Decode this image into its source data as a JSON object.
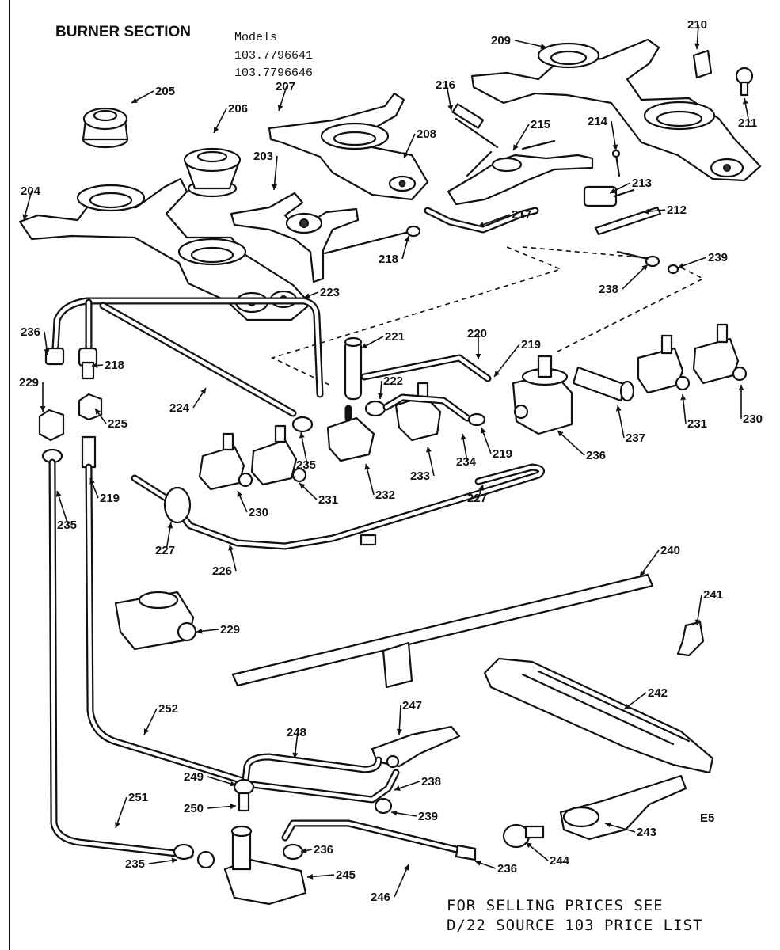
{
  "header": {
    "title": "BURNER SECTION",
    "models_label": "Models",
    "models": [
      "103.7796641",
      "103.7796646"
    ]
  },
  "footer": {
    "lines": [
      "FOR SELLING PRICES SEE",
      "D/22 SOURCE 103 PRICE LIST"
    ]
  },
  "page_tag": "E5",
  "callouts": [
    "205",
    "206",
    "207",
    "208",
    "209",
    "210",
    "211",
    "216",
    "215",
    "214",
    "213",
    "212",
    "217",
    "204",
    "203",
    "218",
    "238",
    "239",
    "223",
    "236",
    "218",
    "229",
    "224",
    "225",
    "221",
    "220",
    "219",
    "222",
    "237",
    "231",
    "230",
    "235",
    "232",
    "233",
    "234",
    "219",
    "236",
    "219",
    "235",
    "227",
    "226",
    "231",
    "230",
    "227",
    "240",
    "241",
    "229",
    "242",
    "252",
    "247",
    "248",
    "249",
    "250",
    "238",
    "239",
    "251",
    "243",
    "235",
    "236",
    "244",
    "246",
    "236",
    "245"
  ]
}
